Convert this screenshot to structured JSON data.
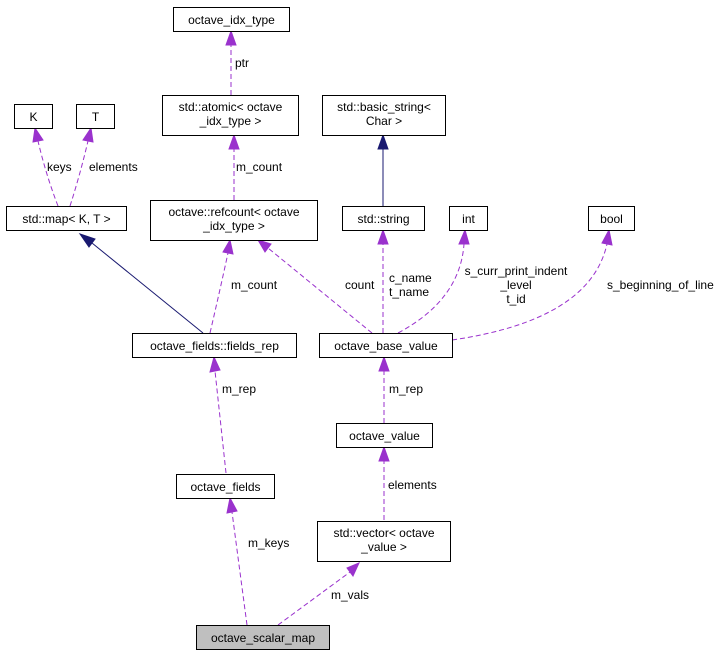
{
  "colors": {
    "usage_edge": "#9a32cd",
    "inherit_edge": "#191970",
    "highlight_fill": "#bfbfbf"
  },
  "nodes": {
    "octave_idx_type": [
      "octave_idx_type"
    ],
    "atomic": [
      "std::atomic< octave",
      "_idx_type >"
    ],
    "basic_string": [
      "std::basic_string<",
      "Char >"
    ],
    "K": [
      "K"
    ],
    "T": [
      "T"
    ],
    "map": [
      "std::map< K, T >"
    ],
    "refcount": [
      "octave::refcount< octave",
      "_idx_type >"
    ],
    "string": [
      "std::string"
    ],
    "int": [
      "int"
    ],
    "bool": [
      "bool"
    ],
    "fields_rep": [
      "octave_fields::fields_rep"
    ],
    "base_value": [
      "octave_base_value"
    ],
    "octave_value": [
      "octave_value"
    ],
    "octave_fields": [
      "octave_fields"
    ],
    "vector": [
      "std::vector< octave",
      "_value >"
    ],
    "scalar_map": [
      "octave_scalar_map"
    ]
  },
  "edge_labels": {
    "ptr": [
      "ptr"
    ],
    "m_count_top": [
      "m_count"
    ],
    "keys": [
      "keys"
    ],
    "elements_top": [
      "elements"
    ],
    "m_count_mid": [
      "m_count"
    ],
    "count": [
      "count"
    ],
    "c_name": [
      "c_name",
      "t_name"
    ],
    "print_indent": [
      "s_curr_print_indent",
      "_level",
      "t_id"
    ],
    "beginning": [
      "s_beginning_of_line"
    ],
    "m_rep_left": [
      "m_rep"
    ],
    "m_rep_right": [
      "m_rep"
    ],
    "elements_bottom": [
      "elements"
    ],
    "m_keys": [
      "m_keys"
    ],
    "m_vals": [
      "m_vals"
    ]
  }
}
